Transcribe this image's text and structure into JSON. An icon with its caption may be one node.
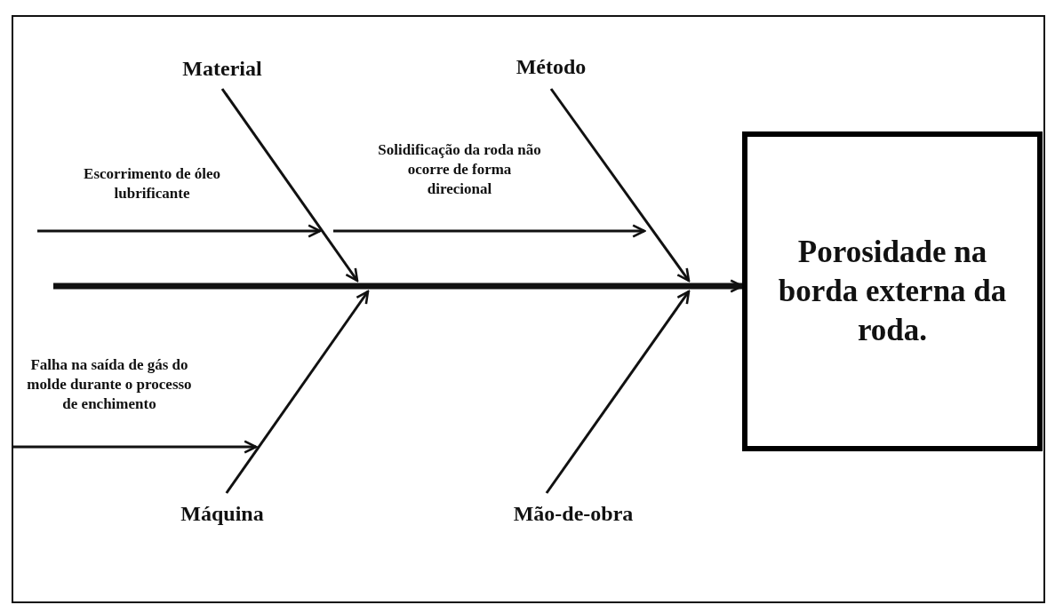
{
  "diagram": {
    "nodes": [
      {
        "text": [
          "Material"
        ]
      },
      {
        "text": [
          "Método"
        ]
      },
      {
        "text": [
          "Escorrimento de óleo lubrificante"
        ]
      },
      {
        "text": [
          "Solidificação da roda não ocorre de forma direcional"
        ]
      },
      {
        "text": [
          "Falha na saída de gás do molde durante o processo de enchimento"
        ]
      },
      {
        "text": [
          "Máquina"
        ]
      },
      {
        "text": [
          "Mão-de-obra"
        ]
      },
      {
        "text": [
          "Porosidade na borda externa da roda."
        ]
      }
    ],
    "edges": [
      {
        "from": null,
        "to": 7,
        "arrow": "to",
        "style": "thick"
      },
      {
        "from": 0,
        "to": null,
        "arrow": "to"
      },
      {
        "from": 1,
        "to": null,
        "arrow": "to"
      },
      {
        "from": 5,
        "to": null,
        "arrow": "to"
      },
      {
        "from": 6,
        "to": null,
        "arrow": "to"
      },
      {
        "from": 2,
        "to": null,
        "arrow": "to"
      },
      {
        "from": 3,
        "to": null,
        "arrow": "to"
      },
      {
        "from": 4,
        "to": null,
        "arrow": "to"
      }
    ]
  }
}
